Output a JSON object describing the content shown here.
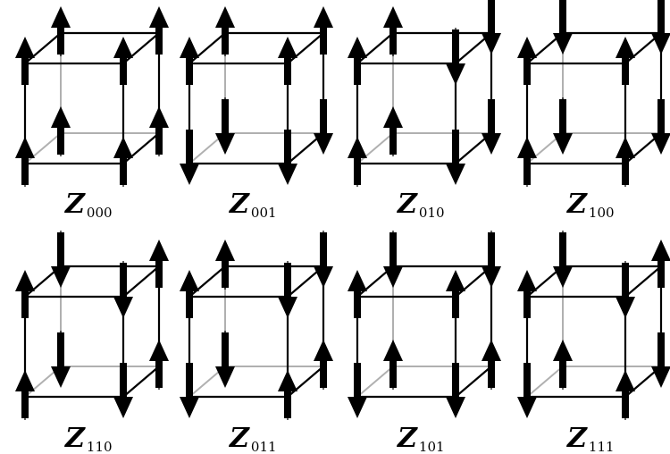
{
  "figure": {
    "panels": [
      {
        "symbol": "Z",
        "index": "000",
        "spins": [
          "up",
          "up",
          "up",
          "up",
          "up",
          "up",
          "up",
          "up"
        ]
      },
      {
        "symbol": "Z",
        "index": "001",
        "spins": [
          "up",
          "up",
          "down",
          "down",
          "up",
          "up",
          "down",
          "down"
        ]
      },
      {
        "symbol": "Z",
        "index": "010",
        "spins": [
          "up",
          "down",
          "up",
          "down",
          "up",
          "down",
          "up",
          "down"
        ]
      },
      {
        "symbol": "Z",
        "index": "100",
        "spins": [
          "up",
          "up",
          "up",
          "up",
          "down",
          "down",
          "down",
          "down"
        ]
      },
      {
        "symbol": "Z",
        "index": "110",
        "spins": [
          "up",
          "down",
          "up",
          "down",
          "down",
          "up",
          "down",
          "up"
        ]
      },
      {
        "symbol": "Z",
        "index": "011",
        "spins": [
          "up",
          "down",
          "down",
          "up",
          "up",
          "down",
          "down",
          "up"
        ]
      },
      {
        "symbol": "Z",
        "index": "101",
        "spins": [
          "up",
          "up",
          "down",
          "down",
          "down",
          "down",
          "up",
          "up"
        ]
      },
      {
        "symbol": "Z",
        "index": "111",
        "spins": [
          "up",
          "down",
          "down",
          "up",
          "down",
          "up",
          "up",
          "down"
        ]
      }
    ],
    "colors": {
      "edge": "#000000",
      "hidden_edge": "#b0b0b0",
      "arrow": "#000000"
    }
  }
}
